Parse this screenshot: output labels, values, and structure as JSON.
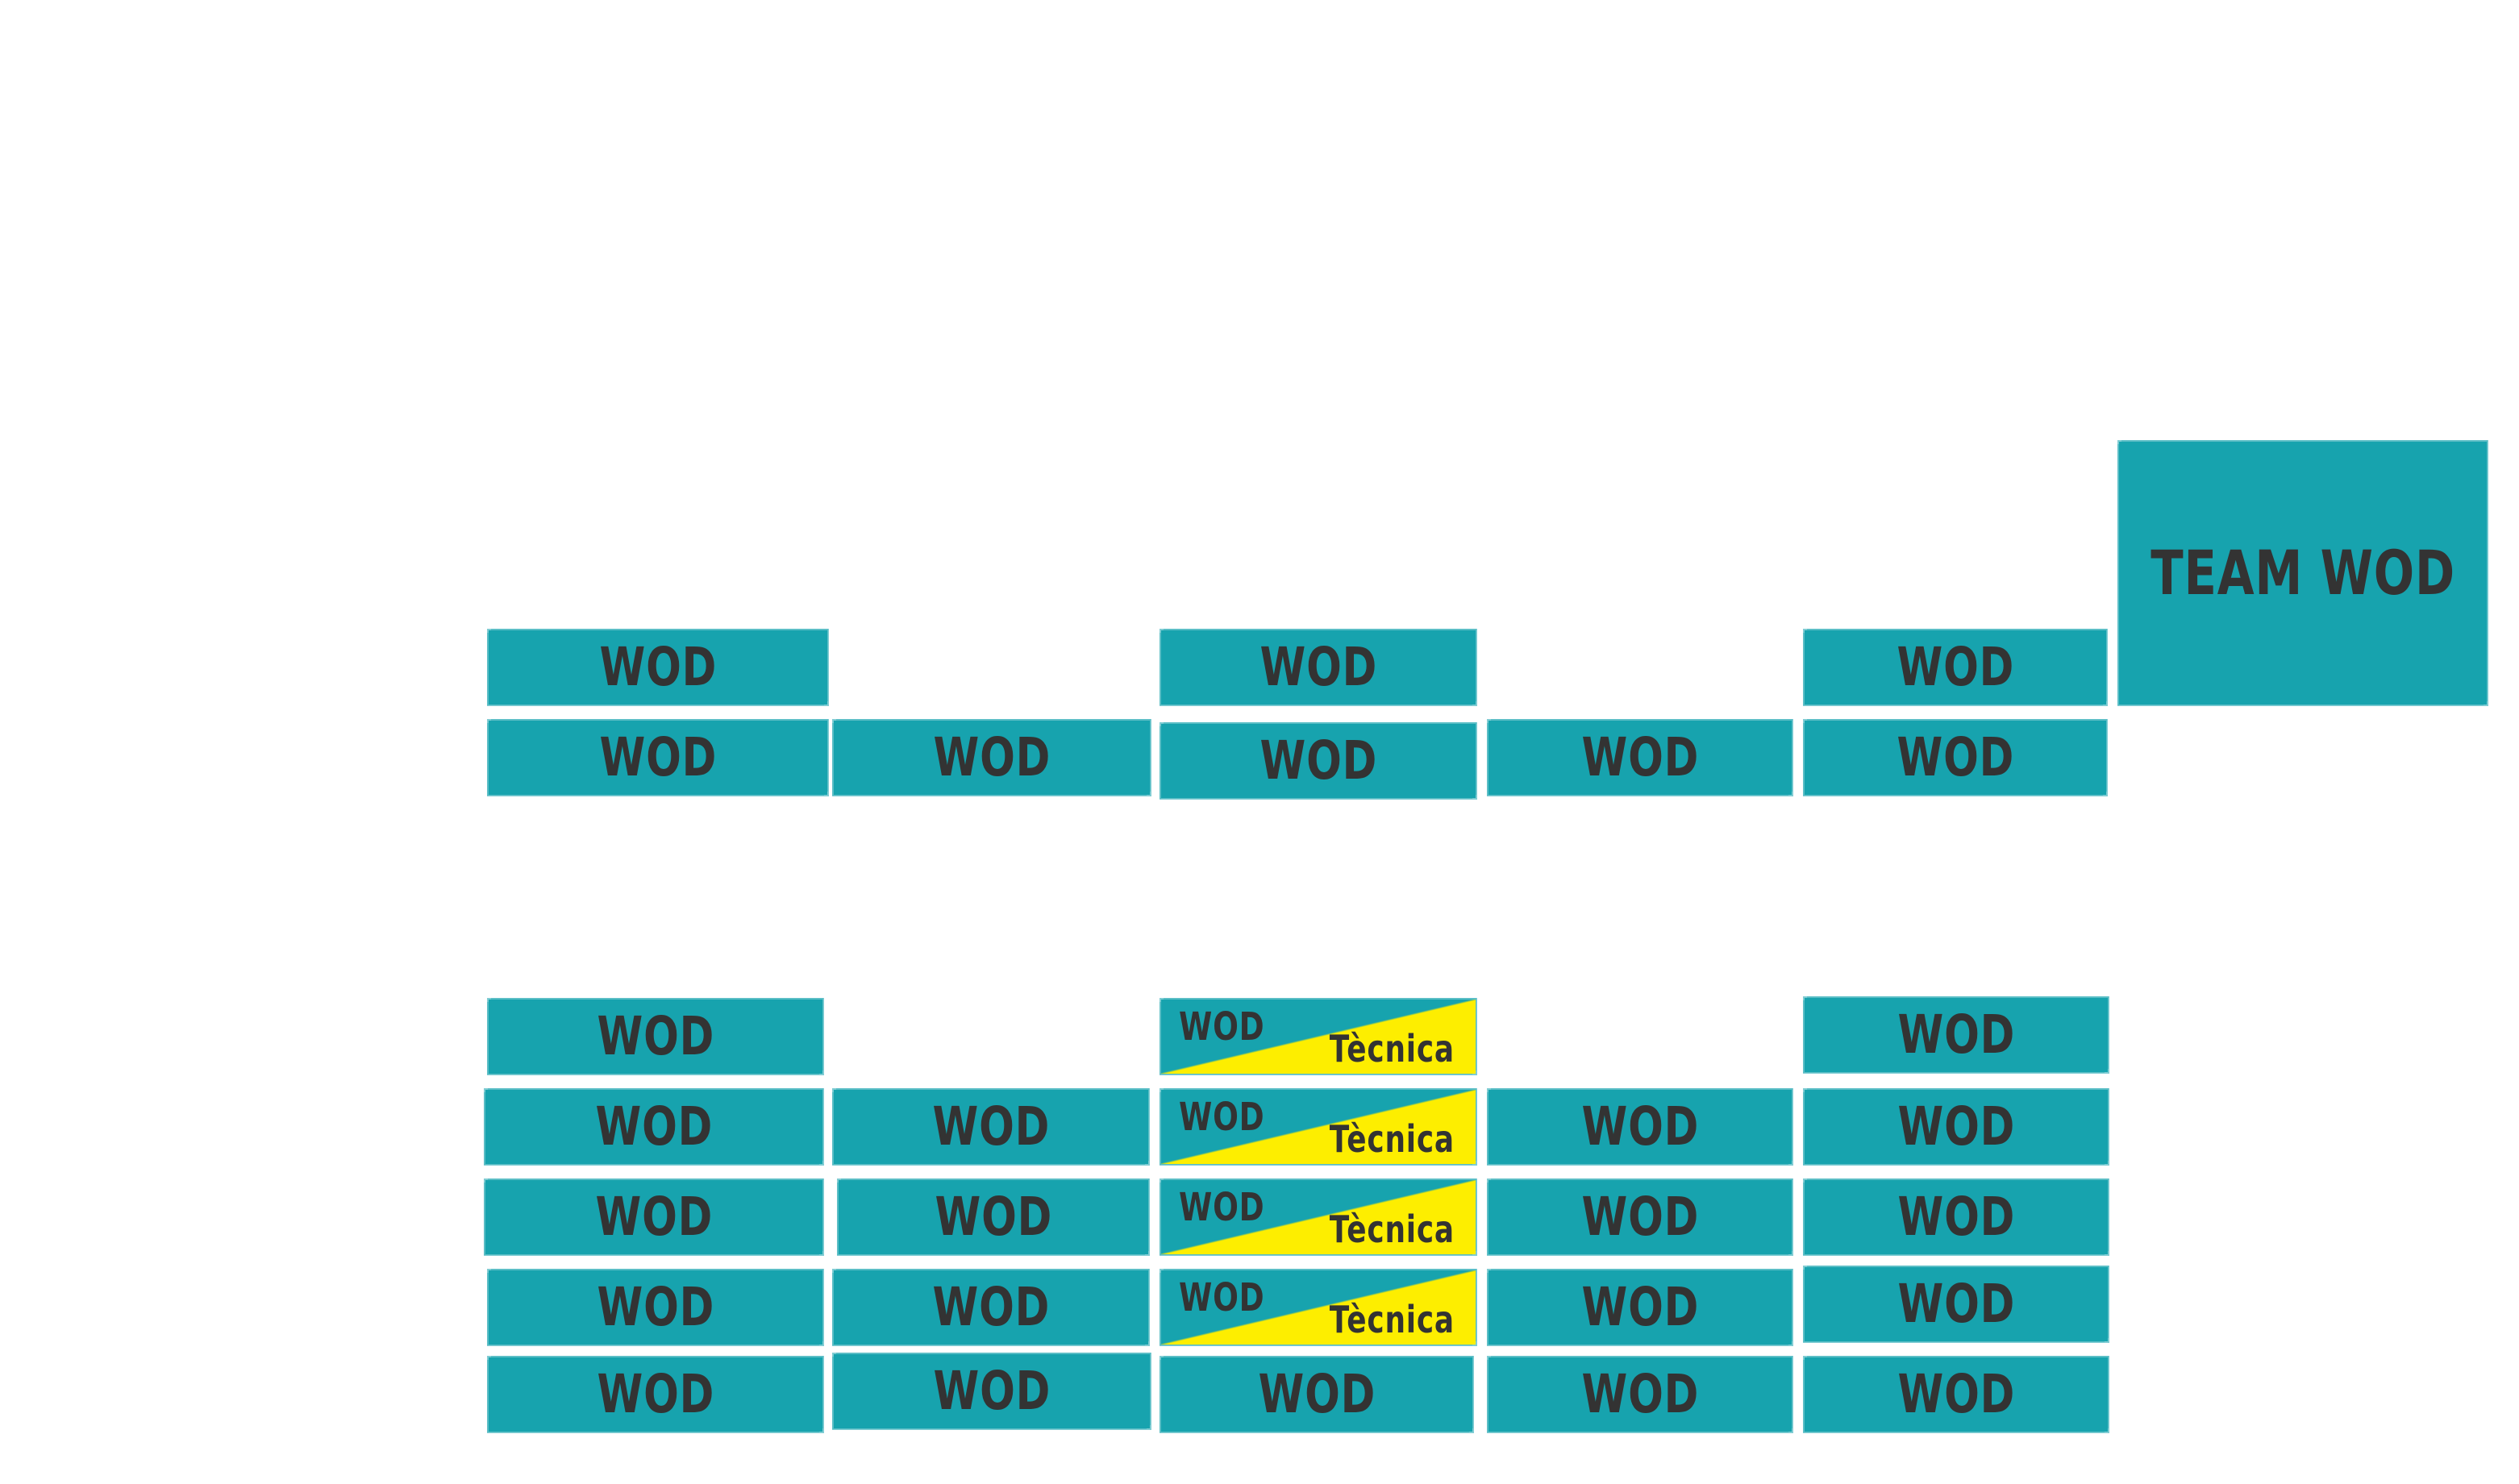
{
  "colors": {
    "slot_teal": "#17a3ae",
    "technique_yellow": "#fdee00",
    "label_text": "#333333",
    "background": "#ffffff"
  },
  "schedule": {
    "team_wod": "TEAM WOD",
    "morning": {
      "col1": [
        "WOD",
        "WOD"
      ],
      "col2": [
        "WOD"
      ],
      "col3": [
        "WOD",
        "WOD"
      ],
      "col4": [
        "WOD"
      ],
      "col5": [
        "WOD",
        "WOD"
      ]
    },
    "evening": {
      "col1": [
        "WOD",
        "WOD",
        "WOD",
        "WOD",
        "WOD"
      ],
      "col2": [
        "WOD",
        "WOD",
        "WOD",
        "WOD"
      ],
      "col3": [
        {
          "wod": "WOD",
          "tecnica": "Tècnica"
        },
        {
          "wod": "WOD",
          "tecnica": "Tècnica"
        },
        {
          "wod": "WOD",
          "tecnica": "Tècnica"
        },
        {
          "wod": "WOD",
          "tecnica": "Tècnica"
        },
        "WOD"
      ],
      "col4": [
        "WOD",
        "WOD",
        "WOD",
        "WOD"
      ],
      "col5": [
        "WOD",
        "WOD",
        "WOD",
        "WOD",
        "WOD"
      ]
    }
  }
}
